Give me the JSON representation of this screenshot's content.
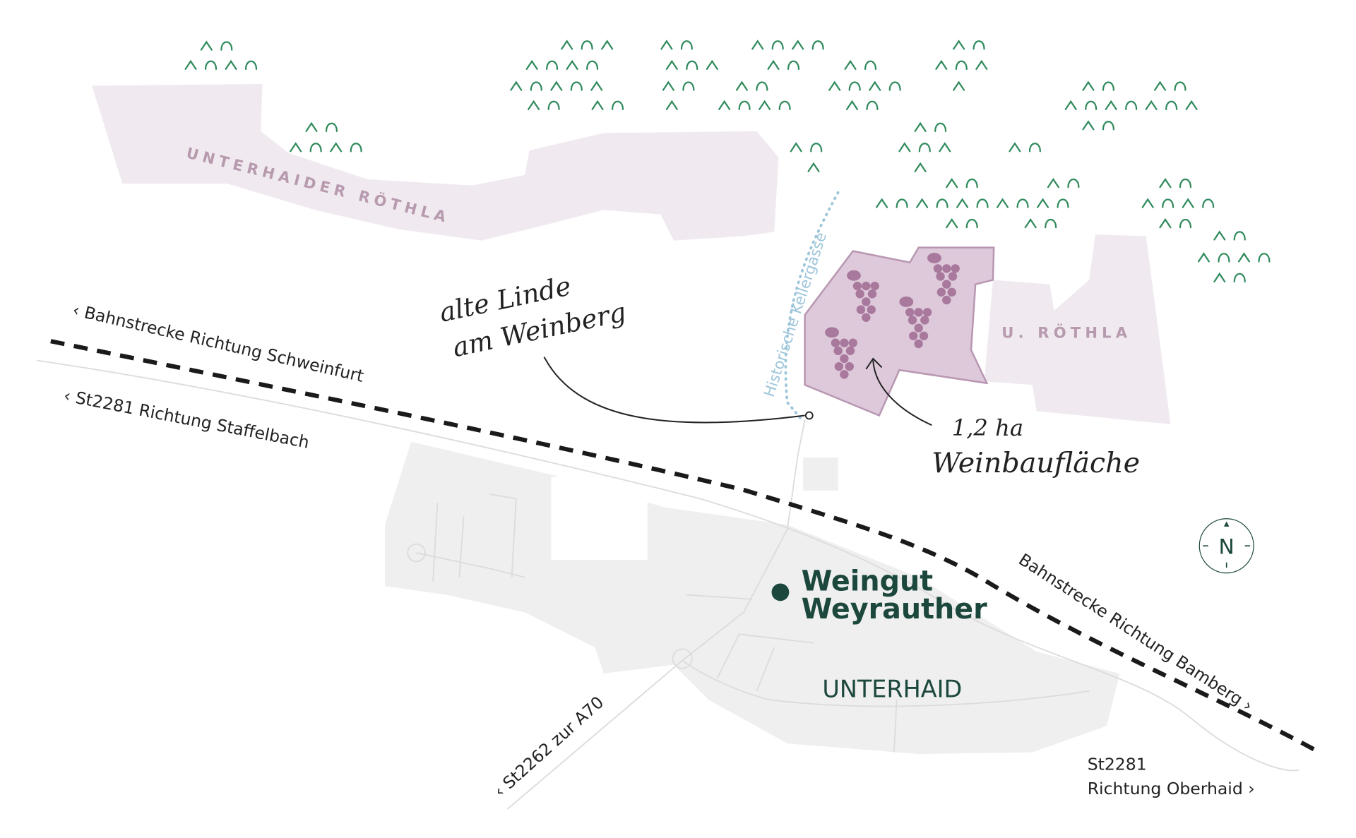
{
  "labels": {
    "area_unterhaider_roethla": "UNTERHAIDER RÖTHLA",
    "area_u_roethla": "U. RÖTHLA",
    "kellergasse": "Historische Kellergasse",
    "alte_linde_line1": "alte Linde",
    "alte_linde_line2": "am Weinberg",
    "weinbau_line1": "1,2 ha",
    "weinbau_line2": "Weinbaufläche",
    "rail_west": "‹ Bahnstrecke Richtung Schweinfurt",
    "road_west": "‹ St2281 Richtung Staffelbach",
    "rail_east": "Bahnstrecke Richtung Bamberg ›",
    "road_south": "‹ St2262 zur A70",
    "road_east_line1": "St2281",
    "road_east_line2": "Richtung Oberhaid ›",
    "winery_line1": "Weingut",
    "winery_line2": "Weyrauther",
    "town": "UNTERHAID",
    "compass": "N"
  },
  "colors": {
    "forest": "#2f8a5c",
    "vineyard_area": "#f0eaf0",
    "vineyard_fill": "#ddc9da",
    "vineyard_border": "#b896b1",
    "town": "#efefef",
    "winery": "#1b473c",
    "kellergasse": "#9ec6da",
    "grapes": "#a9789d"
  }
}
